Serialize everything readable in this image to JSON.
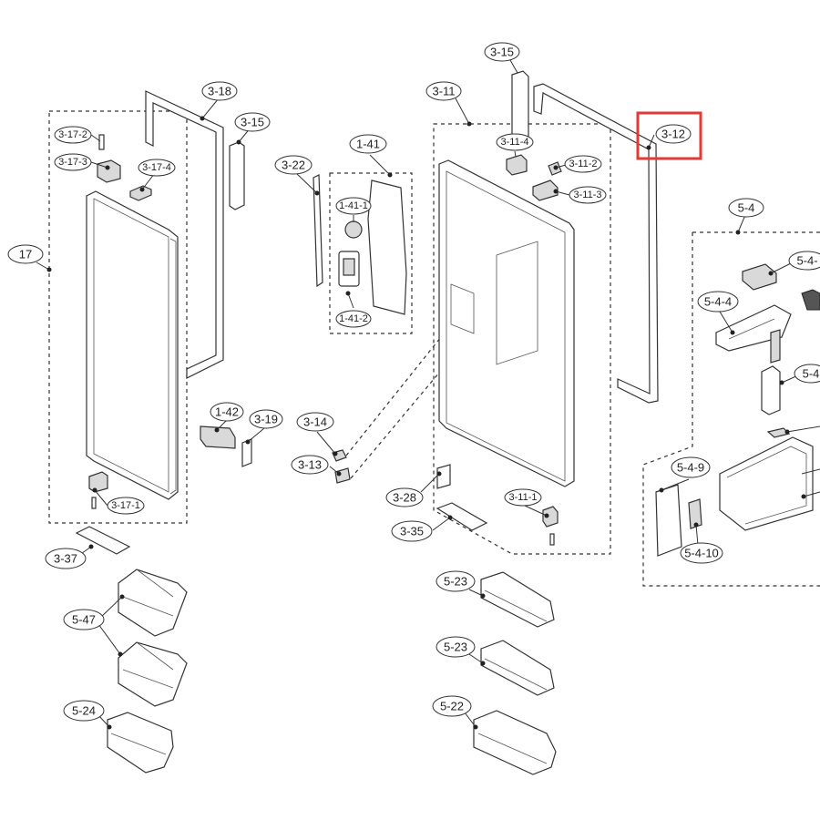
{
  "labels": {
    "l_3_18": "3-18",
    "l_3_15a": "3-15",
    "l_3_15b": "3-15",
    "l_3_17_2": "3-17-2",
    "l_3_17_3": "3-17-3",
    "l_3_17_4": "3-17-4",
    "l_17": "17",
    "l_3_17_1": "3-17-1",
    "l_1_42": "1-42",
    "l_3_19": "3-19",
    "l_3_37": "3-37",
    "l_5_47": "5-47",
    "l_5_24": "5-24",
    "l_3_22": "3-22",
    "l_1_41": "1-41",
    "l_1_41_1": "1-41-1",
    "l_1_41_2": "1-41-2",
    "l_3_14": "3-14",
    "l_3_13": "3-13",
    "l_3_28": "3-28",
    "l_3_35": "3-35",
    "l_3_11": "3-11",
    "l_3_11_4": "3-11-4",
    "l_3_11_2": "3-11-2",
    "l_3_11_3": "3-11-3",
    "l_3_11_1": "3-11-1",
    "l_3_12": "3-12",
    "l_5_23a": "5-23",
    "l_5_23b": "5-23",
    "l_5_22": "5-22",
    "l_5_4": "5-4",
    "l_5_4_a": "5-4-",
    "l_5_4_4": "5-4-4",
    "l_5_4_b": "5-4",
    "l_5_4_9": "5-4-9",
    "l_5_4_10": "5-4-10"
  },
  "highlight": {
    "target": "3-12",
    "color": "#e53935"
  }
}
